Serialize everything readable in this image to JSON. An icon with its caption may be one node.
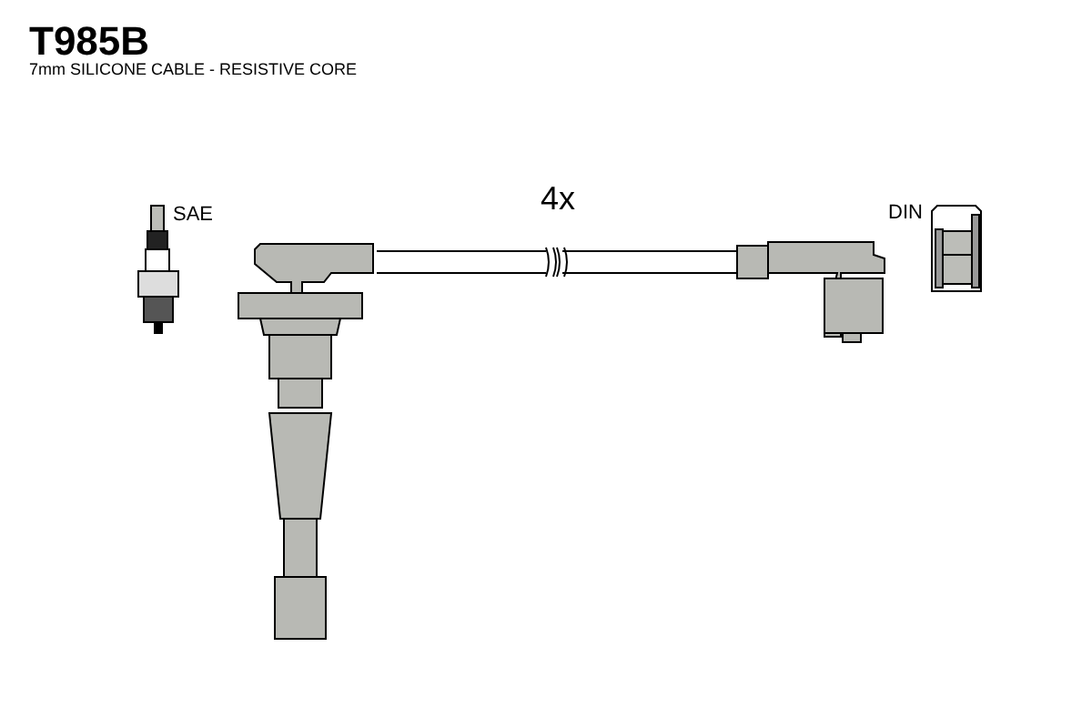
{
  "diagram": {
    "title": "T985B",
    "labels": [
      "7mm SILICONE CABLE - RESISTIVE CORE",
      "SAE",
      "4x",
      "DIN"
    ]
  }
}
